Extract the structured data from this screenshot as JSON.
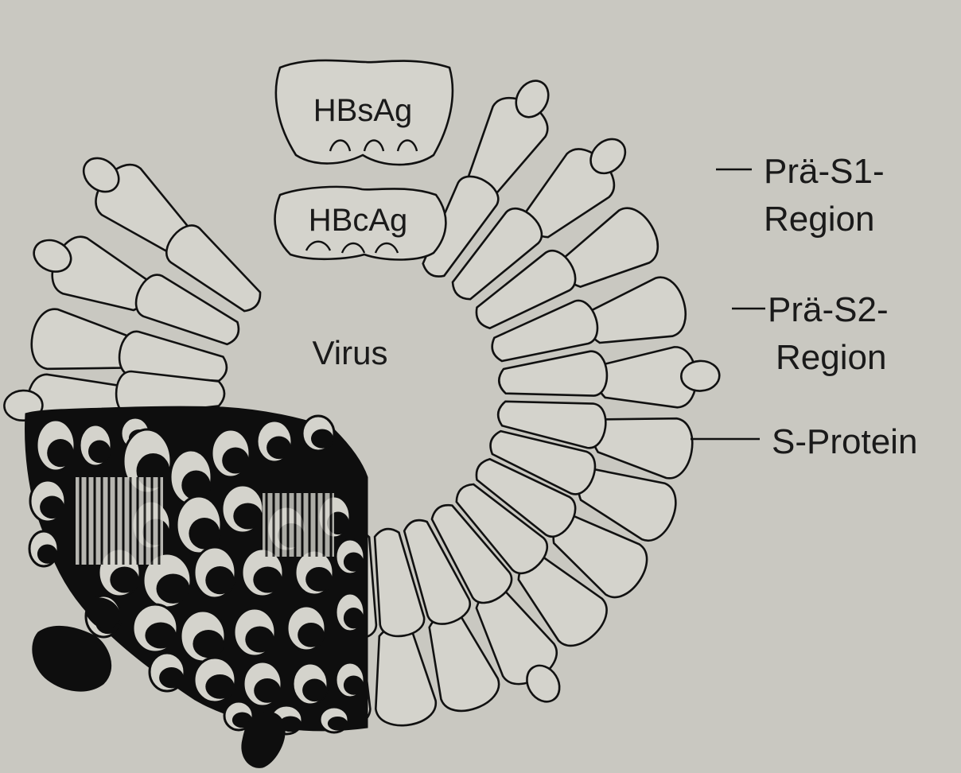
{
  "labels": {
    "hbsag": "HBsAg",
    "hbcag": "HBcAg",
    "virus": "Virus",
    "pre_s1": [
      "Prä-S1-",
      "Region"
    ],
    "pre_s2": [
      "Prä-S2-",
      "Region"
    ],
    "s_protein": "S-Protein"
  },
  "colors": {
    "paper": "#c9c8c1",
    "ink": "#111111"
  }
}
